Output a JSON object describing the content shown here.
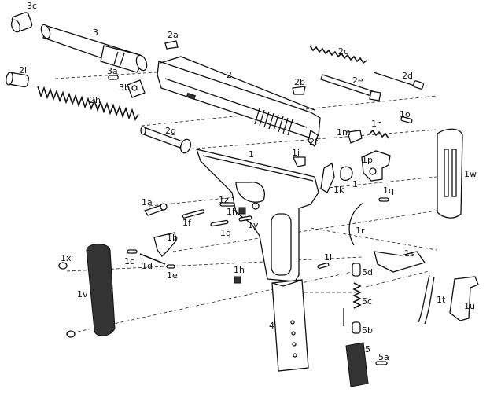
{
  "labels": {
    "l_3c": "3c",
    "l_3": "3",
    "l_2a": "2a",
    "l_2c": "2c",
    "l_2i": "2i",
    "l_3a": "3a",
    "l_2": "2",
    "l_2d": "2d",
    "l_3b": "3b",
    "l_2b": "2b",
    "l_2e": "2e",
    "l_2h": "2h",
    "l_1o": "1o",
    "l_1n": "1n",
    "l_2g": "2g",
    "l_2f": "2f",
    "l_1m": "1m",
    "l_1j": "1j",
    "l_1": "1",
    "l_1p": "1p",
    "l_1w": "1w",
    "l_1k": "1k",
    "l_1l": "1l",
    "l_1q": "1q",
    "l_1a": "1a",
    "l_1z": "1z",
    "l_1h": "1h",
    "l_1f": "1f",
    "l_1y": "1y",
    "l_1g": "1g",
    "l_1r": "1r",
    "l_1b": "1b",
    "l_1s": "1s",
    "l_1x": "1x",
    "l_1c": "1c",
    "l_1i": "1i",
    "l_1d": "1d",
    "l_5d": "5d",
    "l_1e": "1e",
    "l_1h2": "1h",
    "l_1v": "1v",
    "l_5c": "5c",
    "l_1t": "1t",
    "l_1u": "1u",
    "l_4": "4",
    "l_5b": "5b",
    "l_5": "5",
    "l_5a": "5a"
  }
}
